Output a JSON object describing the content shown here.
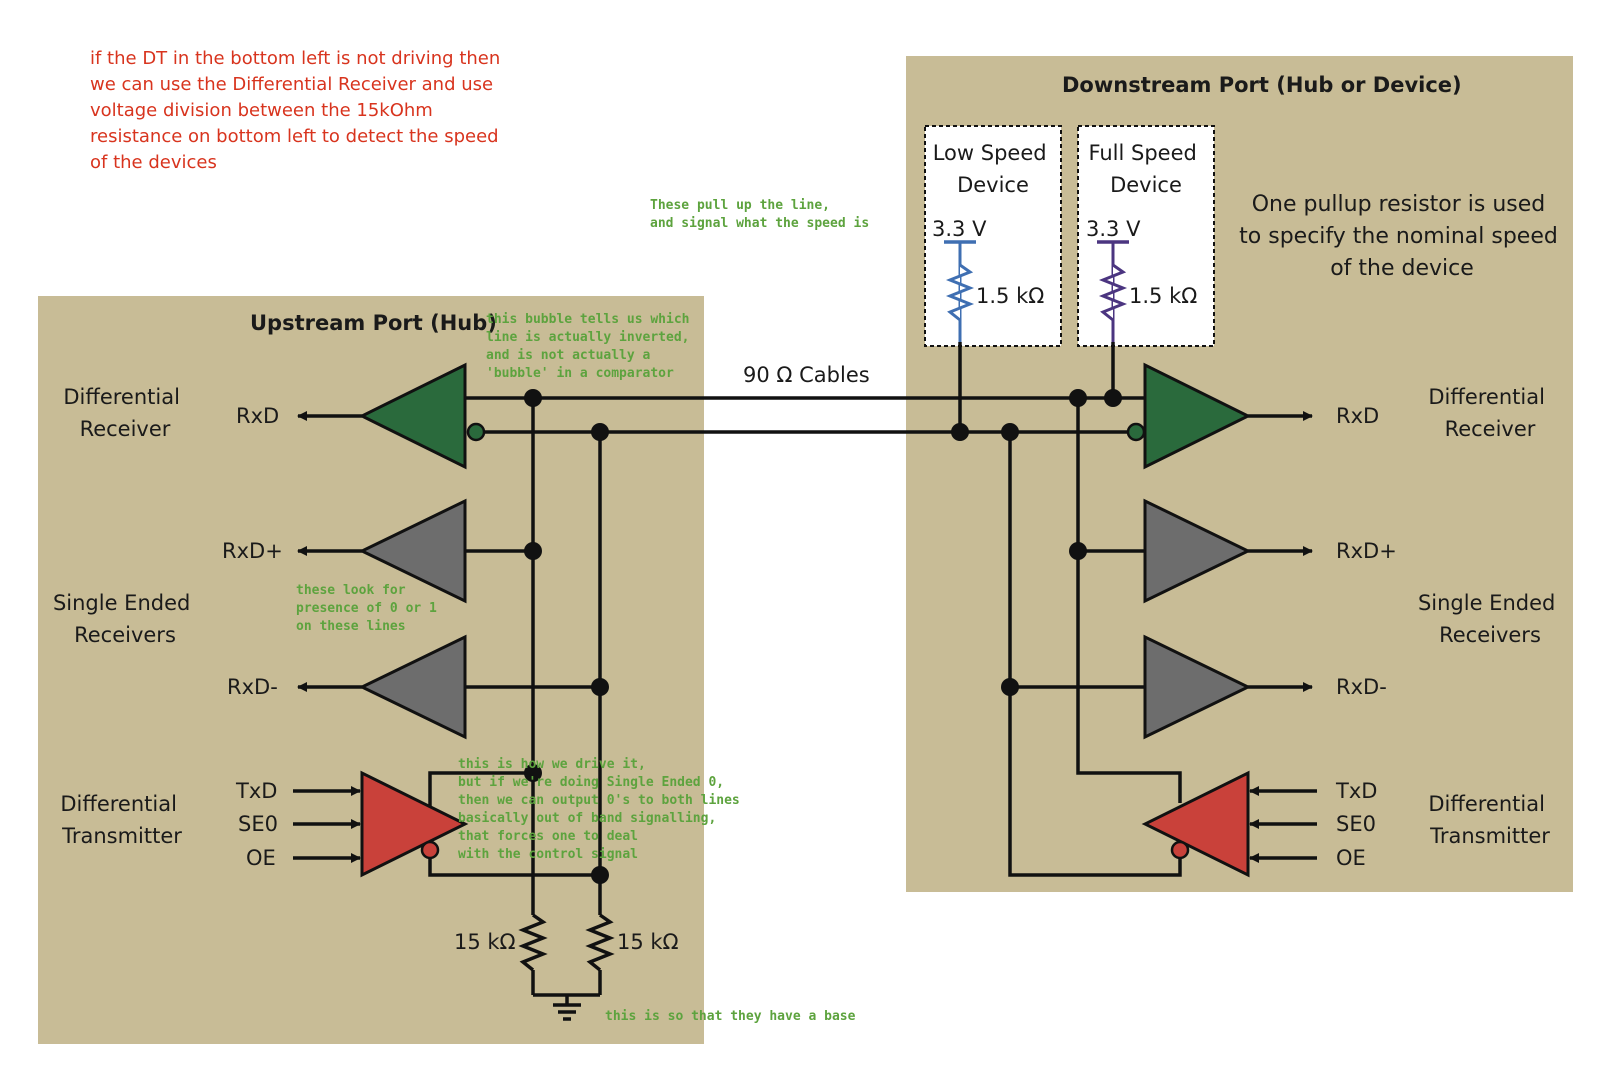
{
  "note": [
    "if the DT in the bottom left is not driving then",
    "we can use the Differential Receiver and use",
    "voltage division between the 15kOhm",
    "resistance on bottom left to detect the speed",
    "of the devices"
  ],
  "upstream": {
    "title": "Upstream Port (Hub)",
    "diff_receiver": [
      "Differential",
      "Receiver"
    ],
    "single_ended": [
      "Single Ended",
      "Receivers"
    ],
    "diff_transmitter": [
      "Differential",
      "Transmitter"
    ],
    "rxd": "RxD",
    "rxd_plus": "RxD+",
    "rxd_minus": "RxD-",
    "txd": "TxD",
    "se0": "SE0",
    "oe": "OE",
    "r_left": "15 kΩ",
    "r_right": "15 kΩ"
  },
  "downstream": {
    "title": "Downstream Port (Hub or Device)",
    "low_speed": [
      "Low Speed",
      "Device"
    ],
    "full_speed": [
      "Full Speed",
      "Device"
    ],
    "v_low": "3.3 V",
    "v_full": "3.3 V",
    "r_low": "1.5 kΩ",
    "r_full": "1.5 kΩ",
    "pullup_note": [
      "One pullup resistor is used",
      "to specify the nominal speed",
      "of the device"
    ],
    "diff_receiver": [
      "Differential",
      "Receiver"
    ],
    "single_ended": [
      "Single Ended",
      "Receivers"
    ],
    "diff_transmitter": [
      "Differential",
      "Transmitter"
    ],
    "rxd": "RxD",
    "rxd_plus": "RxD+",
    "rxd_minus": "RxD-",
    "txd": "TxD",
    "se0": "SE0",
    "oe": "OE"
  },
  "cables": "90 Ω Cables",
  "annotations": {
    "pullup": [
      "These pull up the line,",
      "and signal what the speed is"
    ],
    "bubble": [
      "this bubble tells us which",
      "line is actually inverted,",
      "and is not actually a",
      "'bubble' in a comparator"
    ],
    "single_ended": [
      "these look for",
      "presence of 0 or 1",
      "on these lines"
    ],
    "drive": [
      "this is how we drive it,",
      "but if we're doing Single Ended 0,",
      "then we can output 0's to both lines",
      "basically out of band signalling,",
      "that forces one to deal",
      "with the control signal"
    ],
    "base": "this is so that they have a base"
  },
  "colors": {
    "panel": "#c8bc96",
    "receiver_green": "#2a6a3c",
    "single_gray": "#6d6d6d",
    "transmitter_red": "#c9413a",
    "pullup_blue": "#3f6fb2",
    "pullup_purple": "#4b3580",
    "note_red": "#d8341e",
    "annotation_green": "#5da33e"
  }
}
